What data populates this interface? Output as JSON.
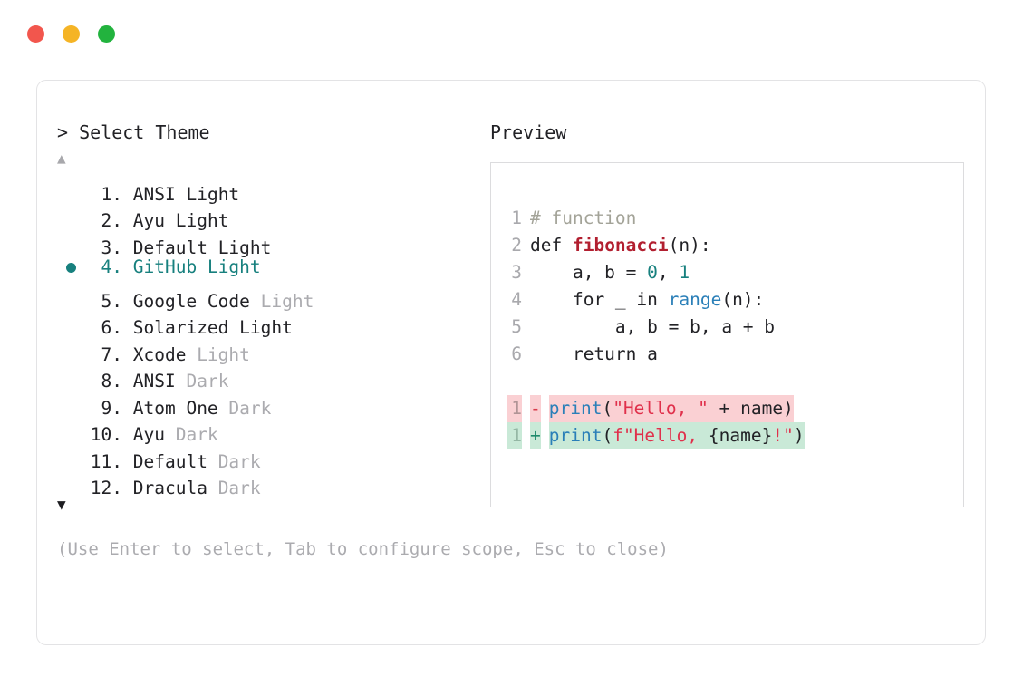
{
  "window": {
    "traffic_lights": [
      {
        "name": "close-button",
        "color": "#F2564D"
      },
      {
        "name": "minimize-button",
        "color": "#F5B425"
      },
      {
        "name": "maximize-button",
        "color": "#22B33E"
      }
    ]
  },
  "left": {
    "prompt": "> Select Theme",
    "scroll_up": "▲",
    "scroll_down": "▼",
    "hint": "(Use Enter to select, Tab to configure scope, Esc to close)",
    "selected_index": 4,
    "selected_color": "#17807E",
    "items": [
      {
        "num": "1.",
        "name": "ANSI",
        "variant": "Light",
        "variant_muted": false,
        "selected": false
      },
      {
        "num": "2.",
        "name": "Ayu",
        "variant": "Light",
        "variant_muted": false,
        "selected": false
      },
      {
        "num": "3.",
        "name": "Default",
        "variant": "Light",
        "variant_muted": false,
        "selected": false
      },
      {
        "num": "4.",
        "name": "GitHub",
        "variant": "Light",
        "variant_muted": false,
        "selected": true
      },
      {
        "num": "5.",
        "name": "Google Code",
        "variant": "Light",
        "variant_muted": true,
        "selected": false
      },
      {
        "num": "6.",
        "name": "Solarized",
        "variant": "Light",
        "variant_muted": false,
        "selected": false
      },
      {
        "num": "7.",
        "name": "Xcode",
        "variant": "Light",
        "variant_muted": true,
        "selected": false
      },
      {
        "num": "8.",
        "name": "ANSI",
        "variant": "Dark",
        "variant_muted": true,
        "selected": false
      },
      {
        "num": "9.",
        "name": "Atom One",
        "variant": "Dark",
        "variant_muted": true,
        "selected": false
      },
      {
        "num": "10.",
        "name": "Ayu",
        "variant": "Dark",
        "variant_muted": true,
        "selected": false
      },
      {
        "num": "11.",
        "name": "Default",
        "variant": "Dark",
        "variant_muted": true,
        "selected": false
      },
      {
        "num": "12.",
        "name": "Dracula",
        "variant": "Dark",
        "variant_muted": true,
        "selected": false
      }
    ]
  },
  "right": {
    "label": "Preview",
    "code_lines": [
      {
        "ln": "1",
        "tokens": [
          {
            "t": "# function",
            "c": "c-comment"
          }
        ]
      },
      {
        "ln": "2",
        "tokens": [
          {
            "t": "def ",
            "c": "c-kw"
          },
          {
            "t": "fibonacci",
            "c": "c-fn"
          },
          {
            "t": "(n):",
            "c": "c-plain"
          }
        ]
      },
      {
        "ln": "3",
        "tokens": [
          {
            "t": "    a, b = ",
            "c": "c-plain"
          },
          {
            "t": "0",
            "c": "c-num"
          },
          {
            "t": ", ",
            "c": "c-plain"
          },
          {
            "t": "1",
            "c": "c-num"
          }
        ]
      },
      {
        "ln": "4",
        "tokens": [
          {
            "t": "    for _ in ",
            "c": "c-plain"
          },
          {
            "t": "range",
            "c": "c-builtin"
          },
          {
            "t": "(n):",
            "c": "c-plain"
          }
        ]
      },
      {
        "ln": "5",
        "tokens": [
          {
            "t": "        a, b = b, a + b",
            "c": "c-plain"
          }
        ]
      },
      {
        "ln": "6",
        "tokens": [
          {
            "t": "    return a",
            "c": "c-plain"
          }
        ]
      }
    ],
    "diff_lines": [
      {
        "ln": "1",
        "sign": "-",
        "kind": "del",
        "bg": "#FAD0D3",
        "tokens": [
          {
            "t": "print",
            "c": "c-builtin"
          },
          {
            "t": "(",
            "c": "c-plain"
          },
          {
            "t": "\"Hello, \"",
            "c": "c-str"
          },
          {
            "t": " + name)",
            "c": "c-plain"
          }
        ]
      },
      {
        "ln": "1",
        "sign": "+",
        "kind": "add",
        "bg": "#C9E9D7",
        "tokens": [
          {
            "t": "print",
            "c": "c-builtin"
          },
          {
            "t": "(",
            "c": "c-plain"
          },
          {
            "t": "f\"Hello, ",
            "c": "c-str"
          },
          {
            "t": "{name}",
            "c": "c-plain"
          },
          {
            "t": "!\"",
            "c": "c-str"
          },
          {
            "t": ")",
            "c": "c-plain"
          }
        ]
      }
    ]
  }
}
